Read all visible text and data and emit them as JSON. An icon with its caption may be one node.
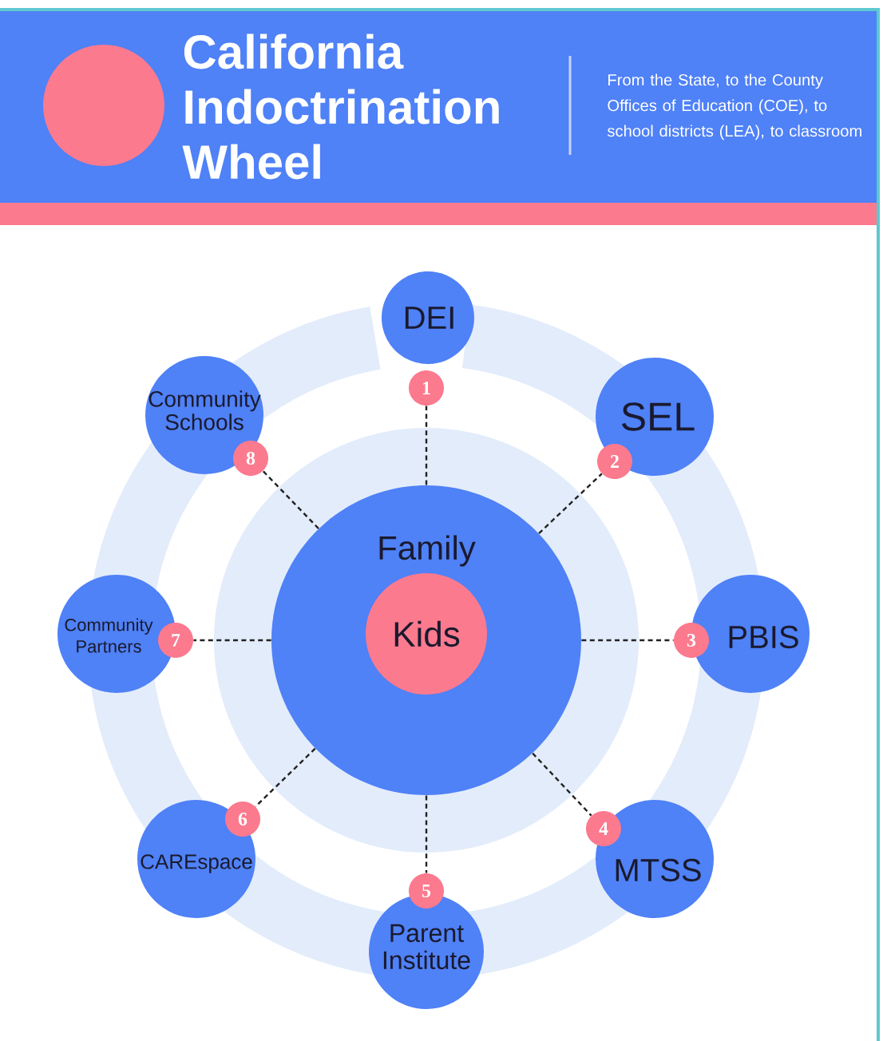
{
  "diagram": {
    "title": "California Indoctrination Wheel",
    "nodes": [
      {
        "text": [
          "Family"
        ]
      },
      {
        "text": [
          "Kids"
        ],
        "in": 0
      },
      {
        "text": [
          "DEI"
        ]
      },
      {
        "text": [
          "1"
        ]
      },
      {
        "text": [
          "SEL"
        ]
      },
      {
        "text": [
          "2"
        ]
      },
      {
        "text": [
          "PBIS"
        ]
      },
      {
        "text": [
          "3"
        ]
      },
      {
        "text": [
          "MTSS"
        ]
      },
      {
        "text": [
          "4"
        ]
      },
      {
        "text": [
          "Parent Institute"
        ]
      },
      {
        "text": [
          "5"
        ]
      },
      {
        "text": [
          "CAREspace"
        ]
      },
      {
        "text": [
          "6"
        ]
      },
      {
        "text": [
          "Community Partners"
        ]
      },
      {
        "text": [
          "7"
        ]
      },
      {
        "text": [
          "Community Schools"
        ]
      },
      {
        "text": [
          "8"
        ]
      }
    ],
    "edges": [
      {
        "from": 0,
        "to": 3,
        "arrow": "none",
        "style": "dashed"
      },
      {
        "from": 0,
        "to": 5,
        "arrow": "none",
        "style": "dashed"
      },
      {
        "from": 0,
        "to": 7,
        "arrow": "none",
        "style": "dashed"
      },
      {
        "from": 0,
        "to": 9,
        "arrow": "none",
        "style": "dashed"
      },
      {
        "from": 0,
        "to": 11,
        "arrow": "none",
        "style": "dashed"
      },
      {
        "from": 0,
        "to": 13,
        "arrow": "none",
        "style": "dashed"
      },
      {
        "from": 0,
        "to": 15,
        "arrow": "none",
        "style": "dashed"
      },
      {
        "from": 0,
        "to": 17,
        "arrow": "none",
        "style": "dashed"
      }
    ],
    "labels": [
      "From the State, to the County Offices of Education (COE), to school districts (LEA), to classroom"
    ]
  }
}
